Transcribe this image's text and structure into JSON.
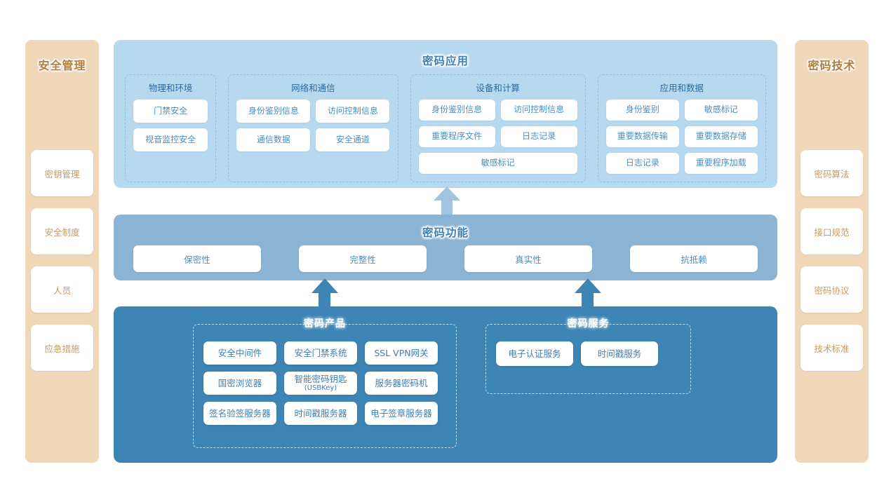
{
  "colors": {
    "sidebar_bg": "#efd7b8",
    "sidebar_text": "#c79a62",
    "sidebar_title": "#b07d3f",
    "app_band": "#b6d9f0",
    "func_band": "#8bb4d4",
    "prod_band": "#3d85b5",
    "chip_text": "#4a8fc2",
    "group_title": "#2c6a9e",
    "band_title": "#3e7fb5",
    "arrow_light": "#9fc5e0",
    "arrow_dark": "#3d85b5"
  },
  "sidebar_left": {
    "title": "安全管理",
    "items": [
      {
        "label": "密钥管理"
      },
      {
        "label": "安全制度"
      },
      {
        "label": "人员"
      },
      {
        "label": "应急措施"
      }
    ]
  },
  "sidebar_right": {
    "title": "密码技术",
    "items": [
      {
        "label": "密码算法"
      },
      {
        "label": "接口规范"
      },
      {
        "label": "密码协议"
      },
      {
        "label": "技术标准"
      }
    ]
  },
  "app_band": {
    "title": "密码应用",
    "groups": [
      {
        "title": "物理和环境",
        "chips": [
          "门禁安全",
          "视音监控安全"
        ]
      },
      {
        "title": "网络和通信",
        "chips": [
          "身份鉴别信息",
          "访问控制信息",
          "通信数据",
          "安全通道"
        ]
      },
      {
        "title": "设备和计算",
        "chips": [
          "身份鉴别信息",
          "访问控制信息",
          "重要程序文件",
          "日志记录",
          "敏感标记"
        ]
      },
      {
        "title": "应用和数据",
        "chips": [
          "身份鉴别",
          "敏感标记",
          "重要数据传输",
          "重要数据存储",
          "日志记录",
          "重要程序加载"
        ]
      }
    ]
  },
  "func_band": {
    "title": "密码功能",
    "chips": [
      "保密性",
      "完整性",
      "真实性",
      "抗抵赖"
    ]
  },
  "prod_band": {
    "products": {
      "title": "密码产品",
      "chips": [
        {
          "label": "安全中间件",
          "sub": ""
        },
        {
          "label": "安全门禁系统",
          "sub": ""
        },
        {
          "label": "SSL VPN网关",
          "sub": ""
        },
        {
          "label": "国密浏览器",
          "sub": ""
        },
        {
          "label": "智能密码钥匙",
          "sub": "(USBKey)"
        },
        {
          "label": "服务器密码机",
          "sub": ""
        },
        {
          "label": "签名验签服务器",
          "sub": ""
        },
        {
          "label": "时间戳服务器",
          "sub": ""
        },
        {
          "label": "电子签章服务器",
          "sub": ""
        }
      ]
    },
    "services": {
      "title": "密码服务",
      "chips": [
        {
          "label": "电子认证服务",
          "sub": ""
        },
        {
          "label": "时间戳服务",
          "sub": ""
        }
      ]
    }
  }
}
